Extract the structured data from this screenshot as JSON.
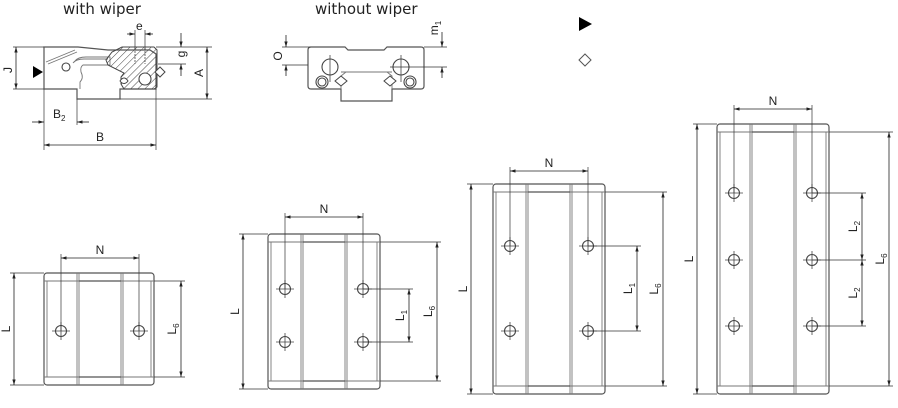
{
  "titles": {
    "with_wiper": "with wiper",
    "without_wiper": "without wiper"
  },
  "legend": {
    "items": [
      {
        "symbol": "triangle-marker-icon",
        "label": ""
      },
      {
        "symbol": "diamond-marker-icon",
        "label": ""
      }
    ]
  },
  "cross_section": {
    "dims": {
      "e": "e",
      "g": "g",
      "J": "J",
      "A": "A",
      "B2_main": "B",
      "B2_sub": "2",
      "B": "B"
    }
  },
  "front_view": {
    "dims": {
      "O": "O",
      "m1_main": "m",
      "m1_sub": "1"
    }
  },
  "views": [
    {
      "id": "short",
      "holes_per_side": 1,
      "dims": {
        "N": "N",
        "L": "L",
        "L6_main": "L",
        "L6_sub": "6"
      }
    },
    {
      "id": "standard",
      "holes_per_side": 2,
      "dims": {
        "N": "N",
        "L": "L",
        "L1_main": "L",
        "L1_sub": "1",
        "L6_main": "L",
        "L6_sub": "6"
      }
    },
    {
      "id": "long",
      "holes_per_side": 2,
      "dims": {
        "N": "N",
        "L": "L",
        "L1_main": "L",
        "L1_sub": "1",
        "L6_main": "L",
        "L6_sub": "6"
      }
    },
    {
      "id": "extra-long",
      "holes_per_side": 3,
      "dims": {
        "N": "N",
        "L": "L",
        "L2a_main": "L",
        "L2a_sub": "2",
        "L2b_main": "L",
        "L2b_sub": "2",
        "L6_main": "L",
        "L6_sub": "6"
      }
    }
  ],
  "colors": {
    "line": "#444444",
    "background": "#ffffff"
  }
}
